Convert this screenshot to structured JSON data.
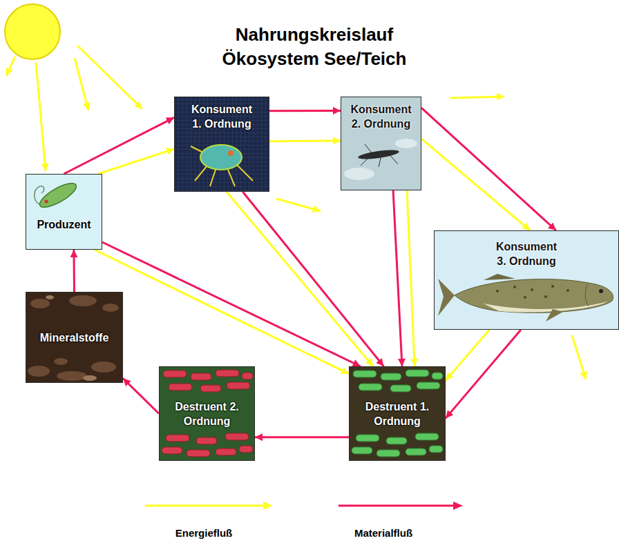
{
  "diagram": {
    "title": "Nahrungskreislauf Ökosystem See/Teich",
    "nodes": [
      {
        "text": [
          "Produzent"
        ]
      },
      {
        "text": [
          "Konsument 1. Ordnung"
        ]
      },
      {
        "text": [
          "Konsument 2. Ordnung"
        ]
      },
      {
        "text": [
          "Konsument 3. Ordnung"
        ]
      },
      {
        "text": [
          "Destruent 1. Ordnung"
        ]
      },
      {
        "text": [
          "Destruent 2. Ordnung"
        ]
      },
      {
        "text": [
          "Mineralstoffe"
        ]
      }
    ],
    "edges": [
      {
        "from": 0,
        "to": 1,
        "arrow": "to"
      },
      {
        "from": 0,
        "to": 1,
        "arrow": "to"
      },
      {
        "from": 1,
        "to": 2,
        "arrow": "to"
      },
      {
        "from": 1,
        "to": 2,
        "arrow": "to"
      },
      {
        "from": 2,
        "to": 3,
        "arrow": "to"
      },
      {
        "from": 2,
        "to": 3,
        "arrow": "to"
      },
      {
        "from": 0,
        "to": 4,
        "arrow": "to"
      },
      {
        "from": 0,
        "to": 4,
        "arrow": "to"
      },
      {
        "from": 1,
        "to": 4,
        "arrow": "to"
      },
      {
        "from": 1,
        "to": 4,
        "arrow": "to"
      },
      {
        "from": 2,
        "to": 4,
        "arrow": "to"
      },
      {
        "from": 2,
        "to": 4,
        "arrow": "to"
      },
      {
        "from": 3,
        "to": 4,
        "arrow": "to"
      },
      {
        "from": 3,
        "to": 4,
        "arrow": "to"
      },
      {
        "from": 4,
        "to": 5,
        "arrow": "to"
      },
      {
        "from": 5,
        "to": 6,
        "arrow": "to"
      },
      {
        "from": 6,
        "to": 0,
        "arrow": "to"
      }
    ],
    "legend": [
      {
        "text": "Energiefluß"
      },
      {
        "text": "Materialfluß"
      }
    ]
  }
}
